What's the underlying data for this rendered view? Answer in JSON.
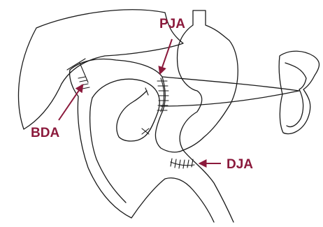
{
  "diagram": {
    "accent_color": "#8b1a3c",
    "labels": {
      "pja": "PJA",
      "bda": "BDA",
      "dja": "DJA"
    }
  }
}
